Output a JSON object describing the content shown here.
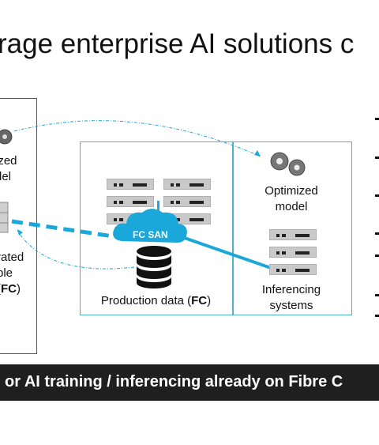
{
  "title": "rage enterprise AI solutions c",
  "left_panel": {
    "label_top_lines": [
      "ized",
      "del"
    ],
    "label_bottom_lines": [
      "rated",
      "ble"
    ],
    "label_bottom_bold_prefix": "(",
    "label_bottom_bold": "FC",
    "label_bottom_bold_suffix": ")"
  },
  "production": {
    "label": "Production data (",
    "label_bold": "FC",
    "label_suffix": ")",
    "cloud_label": "FC SAN"
  },
  "inferencing": {
    "model_label_lines": [
      "Optimized",
      "model"
    ],
    "systems_label_lines": [
      "Inferencing",
      "systems"
    ]
  },
  "banner": {
    "text": "or AI training / inferencing already on Fibre C"
  },
  "colors": {
    "accent": "#1aa7d9",
    "box_border": "#4fb3cf",
    "banner_bg": "#1f1f1f",
    "server_gray": "#c9c9c9"
  },
  "icons": [
    "gears-icon",
    "server-icon",
    "database-icon",
    "cloud-icon"
  ]
}
